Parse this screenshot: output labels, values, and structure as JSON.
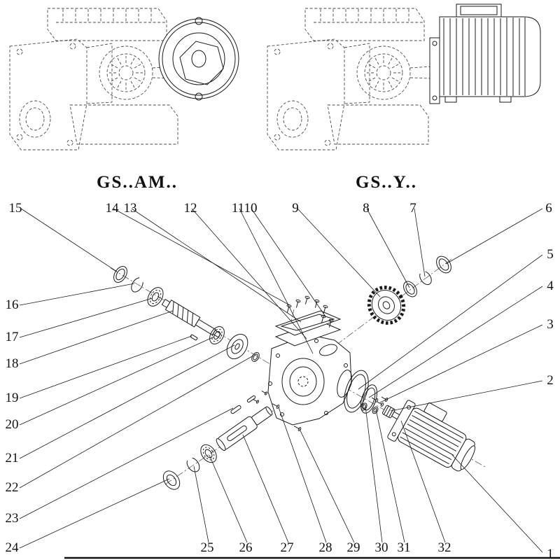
{
  "colors": {
    "ink": "#1a1a1a",
    "paper": "#ffffff"
  },
  "figures": [
    {
      "id": "gs-am",
      "label": "GS..AM.."
    },
    {
      "id": "gs-y",
      "label": "GS..Y.."
    }
  ],
  "callouts": [
    "1",
    "2",
    "3",
    "4",
    "5",
    "6",
    "7",
    "8",
    "9",
    "10",
    "11",
    "12",
    "13",
    "14",
    "15",
    "16",
    "17",
    "18",
    "19",
    "20",
    "21",
    "22",
    "23",
    "24",
    "25",
    "26",
    "27",
    "28",
    "29",
    "30",
    "31",
    "32"
  ]
}
